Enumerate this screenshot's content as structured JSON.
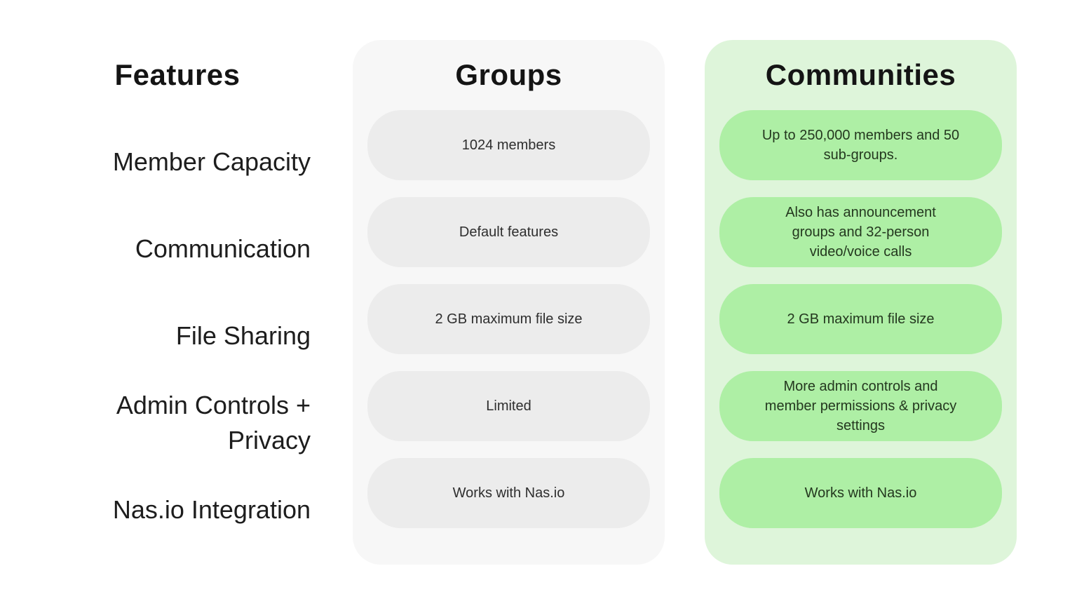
{
  "page": {
    "background_color": "#ffffff"
  },
  "colors": {
    "groups_panel": "#f7f7f7",
    "groups_pill": "#ececec",
    "communities_panel": "#def5da",
    "communities_pill": "#aeefa5",
    "heading_text": "#141414",
    "label_text": "#1d1d1d",
    "groups_cell_text": "#2e2e2e",
    "communities_cell_text": "#24381f"
  },
  "features_column": {
    "header": "Features",
    "rows": [
      "Member Capacity",
      "Communication",
      "File Sharing",
      "Admin Controls +\nPrivacy",
      "Nas.io Integration"
    ]
  },
  "groups_column": {
    "header": "Groups",
    "cells": [
      "1024 members",
      "Default features",
      "2 GB maximum file size",
      "Limited",
      "Works with Nas.io"
    ]
  },
  "communities_column": {
    "header": "Communities",
    "cells": [
      "Up to 250,000 members and 50\nsub-groups.",
      "Also has announcement\ngroups and 32-person\nvideo/voice calls",
      "2 GB maximum file size",
      "More admin controls and\nmember permissions & privacy\nsettings",
      "Works with Nas.io"
    ]
  },
  "chart_data": {
    "type": "table",
    "columns": [
      "Features",
      "Groups",
      "Communities"
    ],
    "rows": [
      [
        "Member Capacity",
        "1024 members",
        "Up to 250,000 members and 50 sub-groups."
      ],
      [
        "Communication",
        "Default features",
        "Also has announcement groups and 32-person video/voice calls"
      ],
      [
        "File Sharing",
        "2 GB maximum file size",
        "2 GB maximum file size"
      ],
      [
        "Admin Controls + Privacy",
        "Limited",
        "More admin controls and member permissions & privacy settings"
      ],
      [
        "Nas.io Integration",
        "Works with Nas.io",
        "Works with Nas.io"
      ]
    ],
    "title": "",
    "legend_position": "none",
    "grid": false
  }
}
